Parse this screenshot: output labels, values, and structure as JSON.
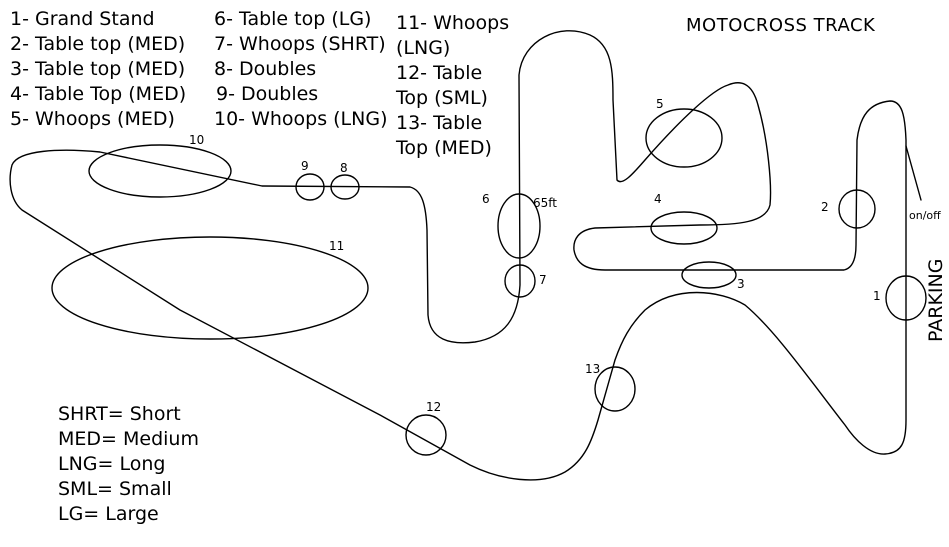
{
  "title": "MOTOCROSS TRACK",
  "legend": {
    "column1": [
      "1- Grand Stand",
      "2- Table top (MED)",
      "3- Table top (MED)",
      "4- Table Top (MED)",
      "5- Whoops (MED)"
    ],
    "column2": [
      "6- Table top (LG)",
      "7- Whoops (SHRT)",
      "8- Doubles",
      "9- Doubles",
      "10- Whoops (LNG)"
    ],
    "column3": [
      "11- Whoops",
      "(LNG)",
      "12- Table",
      "Top (SML)",
      "13- Table",
      "Top (MED)"
    ]
  },
  "abbreviations": [
    "SHRT= Short",
    "MED= Medium",
    "LNG= Long",
    "SML= Small",
    "LG= Large"
  ],
  "obstacles": [
    "1",
    "2",
    "3",
    "4",
    "5",
    "6",
    "7",
    "8",
    "9",
    "10",
    "11",
    "12",
    "13"
  ],
  "distance_label": "65ft",
  "parking_label": "PARKING",
  "gate_label": "on/off"
}
